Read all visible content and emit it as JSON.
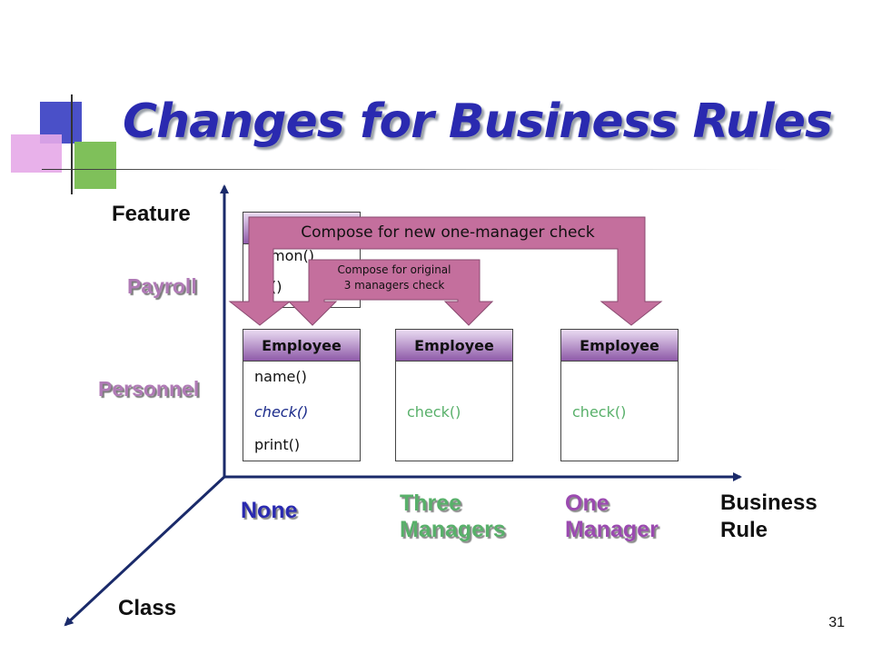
{
  "title": "Changes for Business Rules",
  "axes": {
    "feature": "Feature",
    "business_rule": [
      "Business",
      "Rule"
    ],
    "class": "Class"
  },
  "features": [
    "Payroll",
    "Personnel"
  ],
  "rules": {
    "none": "None",
    "three_managers": [
      "Three",
      "Managers"
    ],
    "one_manager": [
      "One",
      "Manager"
    ]
  },
  "payroll_box": {
    "method1": "mon()",
    "method2": "()"
  },
  "employee_none": {
    "header": "Employee",
    "methods": [
      "name()",
      "check()",
      "print()"
    ]
  },
  "employee_three": {
    "header": "Employee",
    "method": "check()"
  },
  "employee_one": {
    "header": "Employee",
    "method": "check()"
  },
  "banners": {
    "new_check": "Compose for new one-manager check",
    "original_check": [
      "Compose for original",
      "3 managers check"
    ]
  },
  "page_number": "31",
  "colors": {
    "title": "#2a2ab0",
    "feature_label": "#b07ab6",
    "three_managers": "#58b06a",
    "one_manager": "#9b4ab0",
    "none": "#2a2ab0",
    "arrow": "#c46f9d",
    "deco_blue": "#4a50c8",
    "deco_green": "#7fc05a",
    "deco_pink": "#e6a9e8"
  }
}
